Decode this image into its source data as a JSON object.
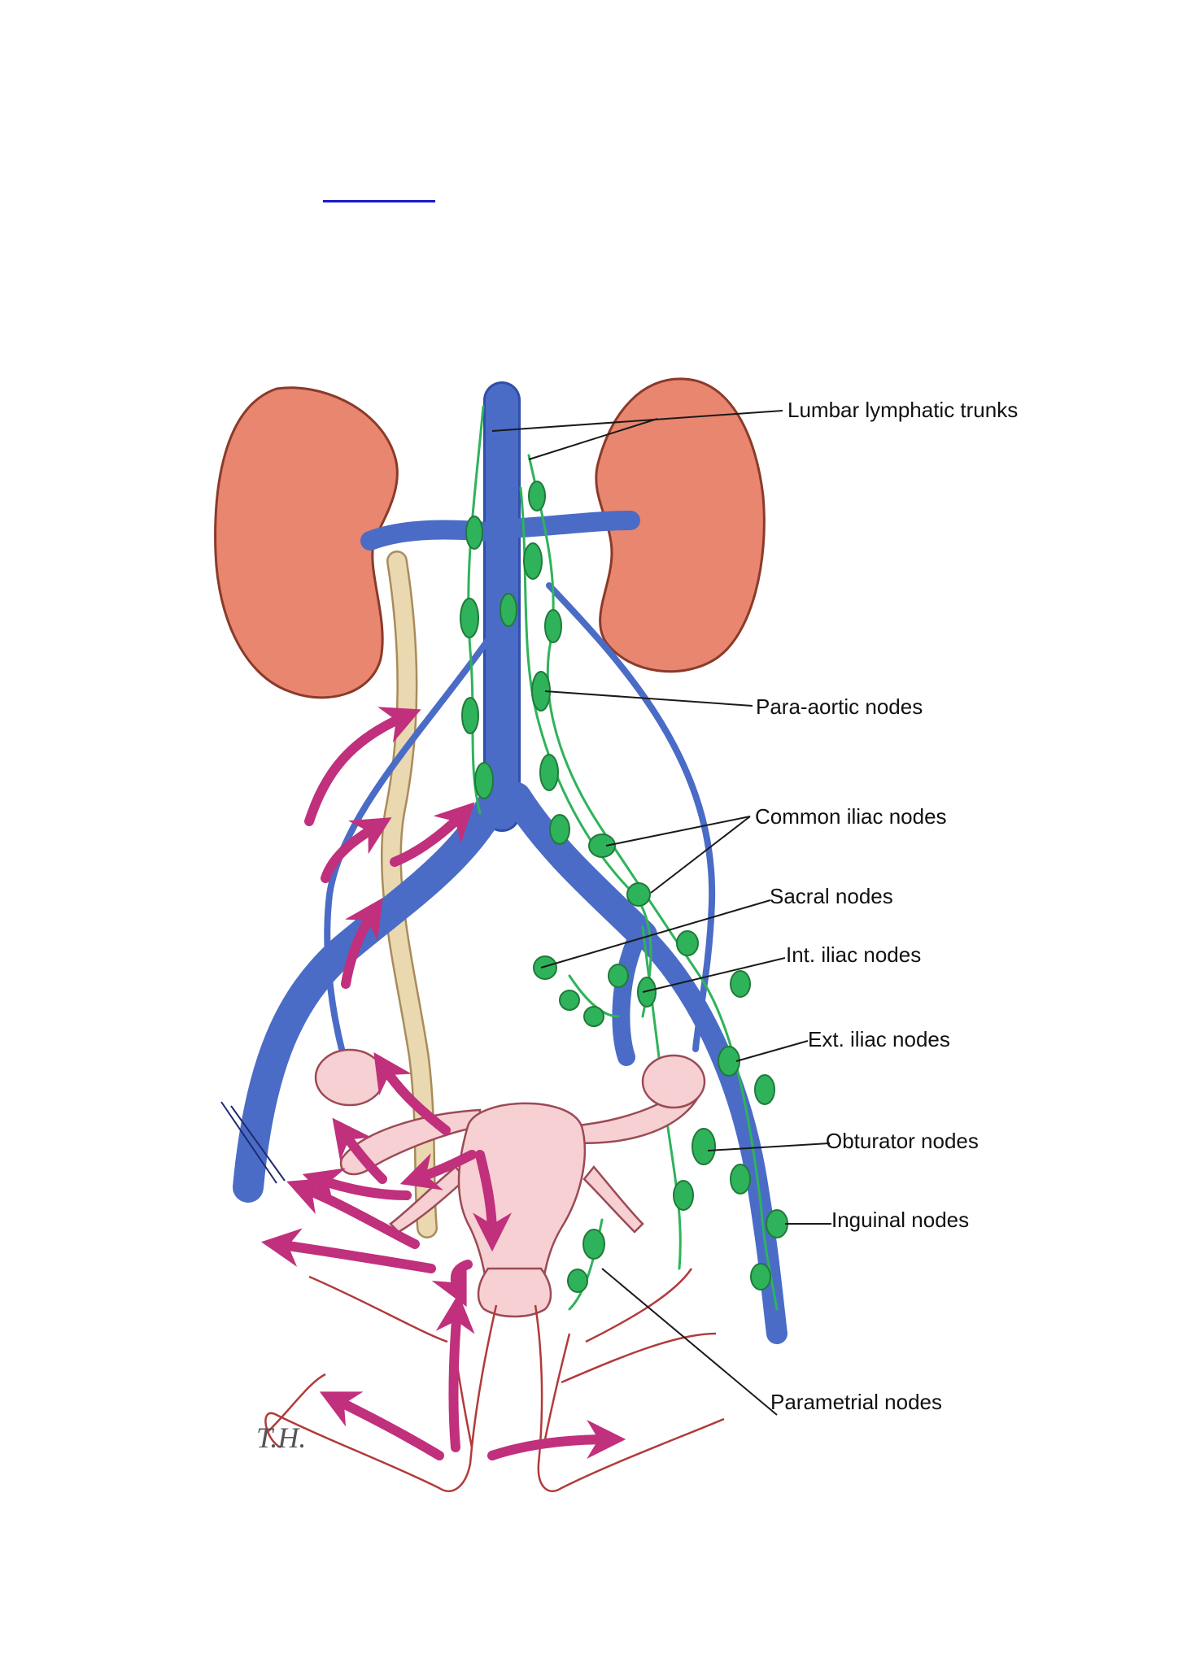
{
  "figure": {
    "labels": {
      "lumbar": "Lumbar lymphatic trunks",
      "para_aortic": "Para-aortic nodes",
      "common_iliac": "Common iliac nodes",
      "sacral": "Sacral nodes",
      "int_iliac": "Int. iliac nodes",
      "ext_iliac": "Ext. iliac nodes",
      "obturator": "Obturator nodes",
      "inguinal": "Inguinal nodes",
      "parametrial": "Parametrial nodes"
    },
    "signature": "T.H."
  },
  "colors": {
    "kidney": "#e8866f",
    "vessel": "#4a6cc7",
    "node": "#2fb35a",
    "ureter": "#ead8b0",
    "organ": "#f6d0d2",
    "arrow": "#c0307c",
    "outline": "#b23a3a",
    "link": "#1a1acc"
  }
}
